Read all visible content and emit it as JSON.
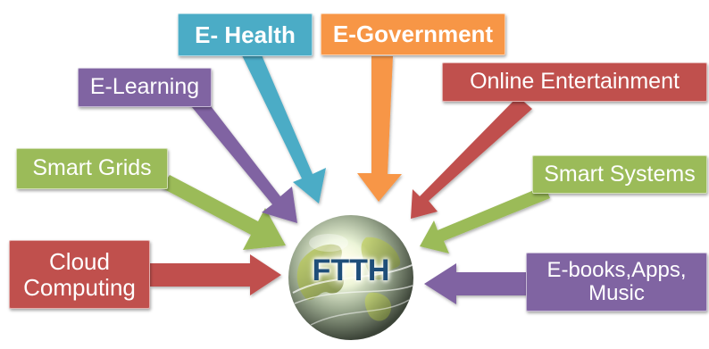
{
  "center": {
    "label": "FTTH"
  },
  "labels": {
    "cloud": {
      "line1": "Cloud",
      "line2": "Computing"
    },
    "smart_grids": "Smart Grids",
    "e_learning": "E-Learning",
    "e_health": "E- Health",
    "e_government": "E-Government",
    "online_entertainment": "Online Entertainment",
    "smart_systems": "Smart Systems",
    "ebooks": {
      "line1": "E-books,Apps,",
      "line2": "Music"
    }
  },
  "colors": {
    "red": "#c0504d",
    "green": "#9bbb59",
    "purple": "#8064a2",
    "teal": "#4bacc6",
    "orange": "#f79646",
    "globe_text": "#1f4e79"
  }
}
